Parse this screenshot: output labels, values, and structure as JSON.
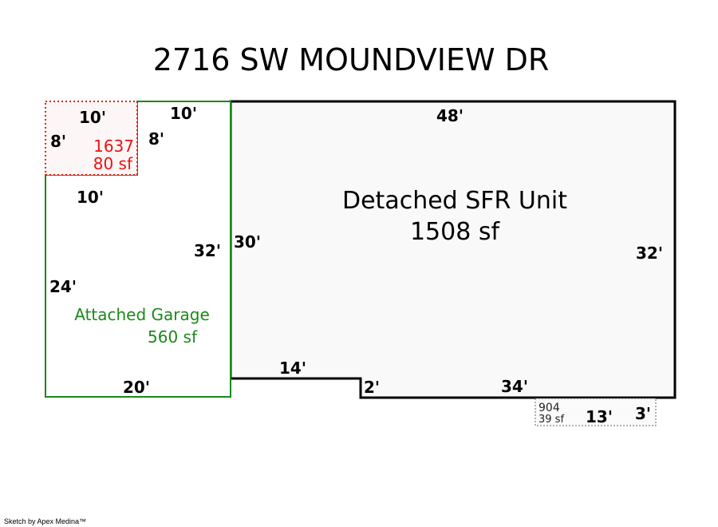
{
  "title": "2716 SW MOUNDVIEW DR",
  "main_unit": {
    "name": "Detached SFR Unit",
    "area": "1508 sf",
    "dims": {
      "top": "48'",
      "left": "30'",
      "right": "32'",
      "step_top": "14'",
      "step_side": "2'",
      "bottom": "34'"
    }
  },
  "garage": {
    "name": "Attached Garage",
    "area": "560 sf",
    "dims": {
      "top": "10'",
      "side_upper": "8'",
      "inner_top": "10'",
      "right": "32'",
      "left": "24'",
      "bottom": "20'"
    }
  },
  "porch": {
    "code": "1637",
    "area": "80 sf",
    "dims": {
      "top": "10'",
      "left": "8'"
    }
  },
  "stoop": {
    "code": "904",
    "area": "39 sf",
    "dims": {
      "length": "13'",
      "depth": "3'"
    }
  },
  "credit": "Sketch by Apex Medina™",
  "colors": {
    "garage": "#1a8a1a",
    "porch": "#ee1111",
    "outline": "#000000"
  }
}
